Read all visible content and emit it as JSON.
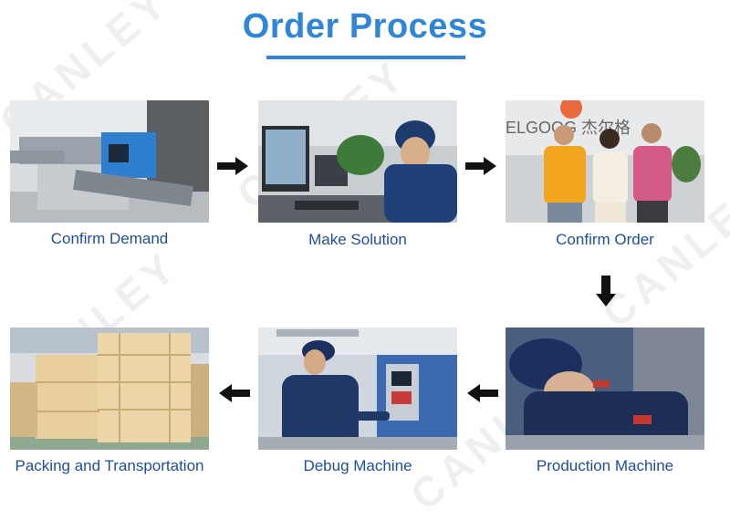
{
  "title": "Order Process",
  "watermark": "CANLEY",
  "accent_color": "#2f86d6",
  "caption_color": "#1f4e9b",
  "steps": [
    {
      "label": "Confirm Demand",
      "image": "packing-machine-photo"
    },
    {
      "label": "Make Solution",
      "image": "engineer-computer-photo"
    },
    {
      "label": "Confirm Order",
      "image": "customer-meeting-photo"
    },
    {
      "label": "Production Machine",
      "image": "worker-assembly-photo"
    },
    {
      "label": "Debug Machine",
      "image": "machine-debug-photo"
    },
    {
      "label": "Packing and Transportation",
      "image": "wooden-crates-photo"
    }
  ],
  "photo_texts": {
    "sign": "ELGOOG 杰尔格"
  }
}
